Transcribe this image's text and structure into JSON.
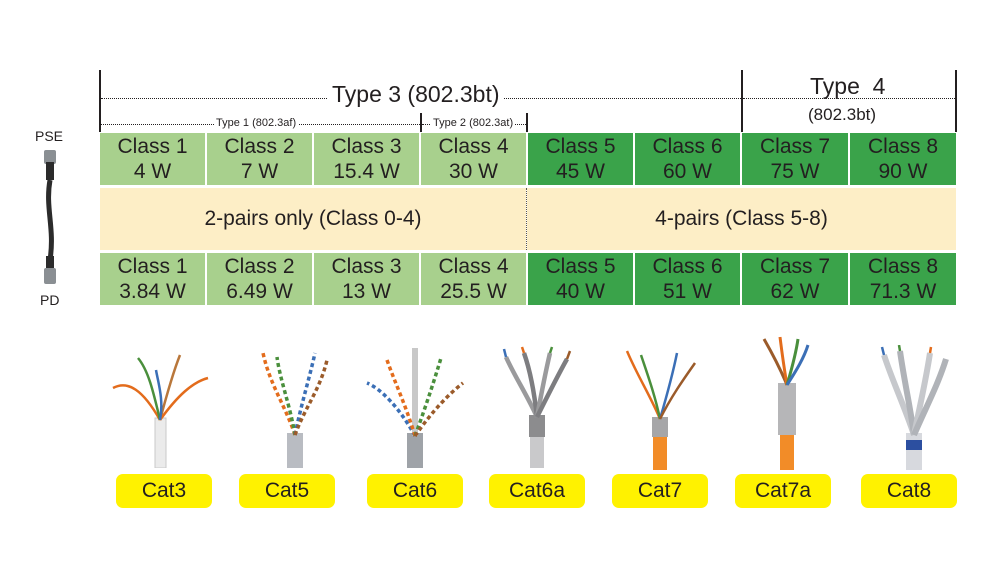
{
  "side": {
    "pse_label": "PSE",
    "pd_label": "PD"
  },
  "types": {
    "type3": "Type 3 (802.3bt)",
    "type4_title": "Type  4",
    "type4_sub": "(802.3bt)",
    "type1": "Type 1 (802.3af)",
    "type2": "Type 2 (802.3at)"
  },
  "pse_classes": [
    {
      "name": "Class 1",
      "power": "4 W"
    },
    {
      "name": "Class 2",
      "power": "7 W"
    },
    {
      "name": "Class 3",
      "power": "15.4 W"
    },
    {
      "name": "Class 4",
      "power": "30 W"
    },
    {
      "name": "Class 5",
      "power": "45 W"
    },
    {
      "name": "Class 6",
      "power": "60 W"
    },
    {
      "name": "Class 7",
      "power": "75 W"
    },
    {
      "name": "Class 8",
      "power": "90 W"
    }
  ],
  "pd_classes": [
    {
      "name": "Class 1",
      "power": "3.84 W"
    },
    {
      "name": "Class 2",
      "power": "6.49 W"
    },
    {
      "name": "Class 3",
      "power": "13 W"
    },
    {
      "name": "Class 4",
      "power": "25.5 W"
    },
    {
      "name": "Class 5",
      "power": "40 W"
    },
    {
      "name": "Class 6",
      "power": "51 W"
    },
    {
      "name": "Class 7",
      "power": "62 W"
    },
    {
      "name": "Class 8",
      "power": "71.3 W"
    }
  ],
  "pairs": {
    "two_pairs": "2-pairs only (Class 0-4)",
    "four_pairs": "4-pairs (Class 5-8)"
  },
  "colors": {
    "light_green": "#a8d08d",
    "dark_green": "#3aa34a",
    "band": "#fdeec6",
    "label_yellow": "#fff200"
  },
  "cables": [
    {
      "label": "Cat3",
      "icon": "cat3-cable-icon"
    },
    {
      "label": "Cat5",
      "icon": "cat5-cable-icon"
    },
    {
      "label": "Cat6",
      "icon": "cat6-cable-icon"
    },
    {
      "label": "Cat6a",
      "icon": "cat6a-cable-icon"
    },
    {
      "label": "Cat7",
      "icon": "cat7-cable-icon"
    },
    {
      "label": "Cat7a",
      "icon": "cat7a-cable-icon"
    },
    {
      "label": "Cat8",
      "icon": "cat8-cable-icon"
    }
  ]
}
